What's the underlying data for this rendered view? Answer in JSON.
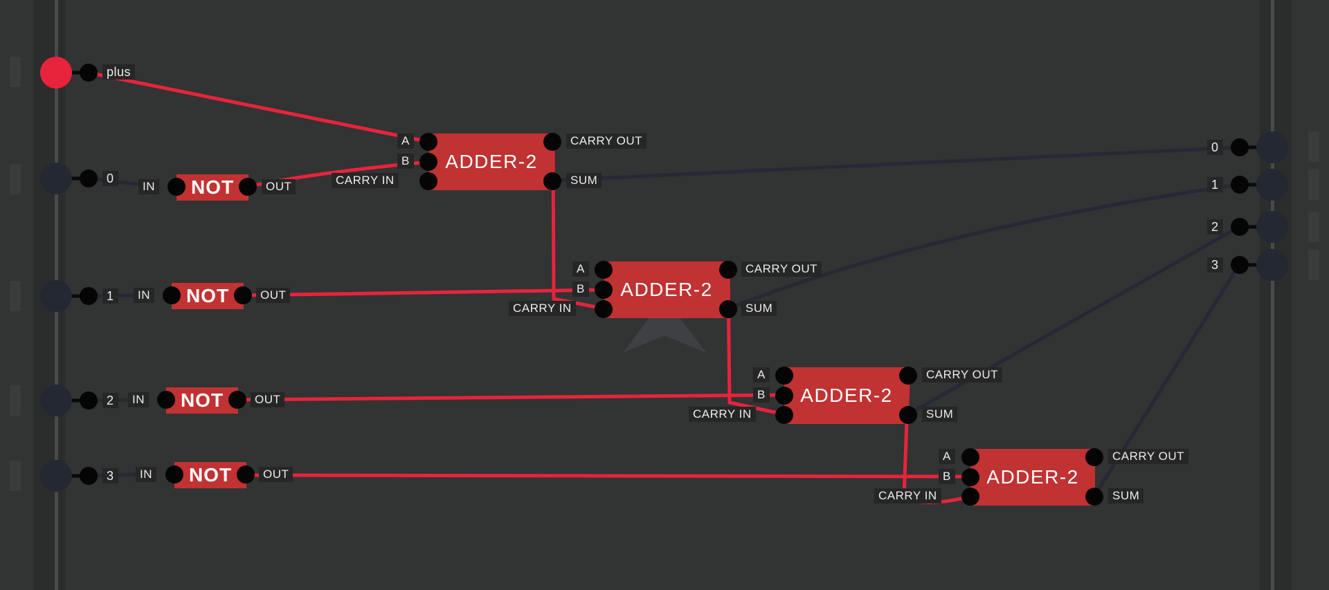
{
  "inputs": {
    "plus": {
      "label": "plus",
      "state": "on"
    },
    "bits": [
      "0",
      "1",
      "2",
      "3"
    ]
  },
  "not_gate": {
    "name": "NOT",
    "in": "IN",
    "out": "OUT"
  },
  "adder": {
    "name": "ADDER-2",
    "a": "A",
    "b": "B",
    "carry_in": "CARRY IN",
    "carry_out": "CARRY OUT",
    "sum": "SUM"
  },
  "outputs": {
    "bits": [
      "0",
      "1",
      "2",
      "3"
    ]
  },
  "colors": {
    "active_wire": "#e8233c",
    "inactive_wire": "#262835",
    "chip": "#c13232",
    "background": "#323333"
  }
}
